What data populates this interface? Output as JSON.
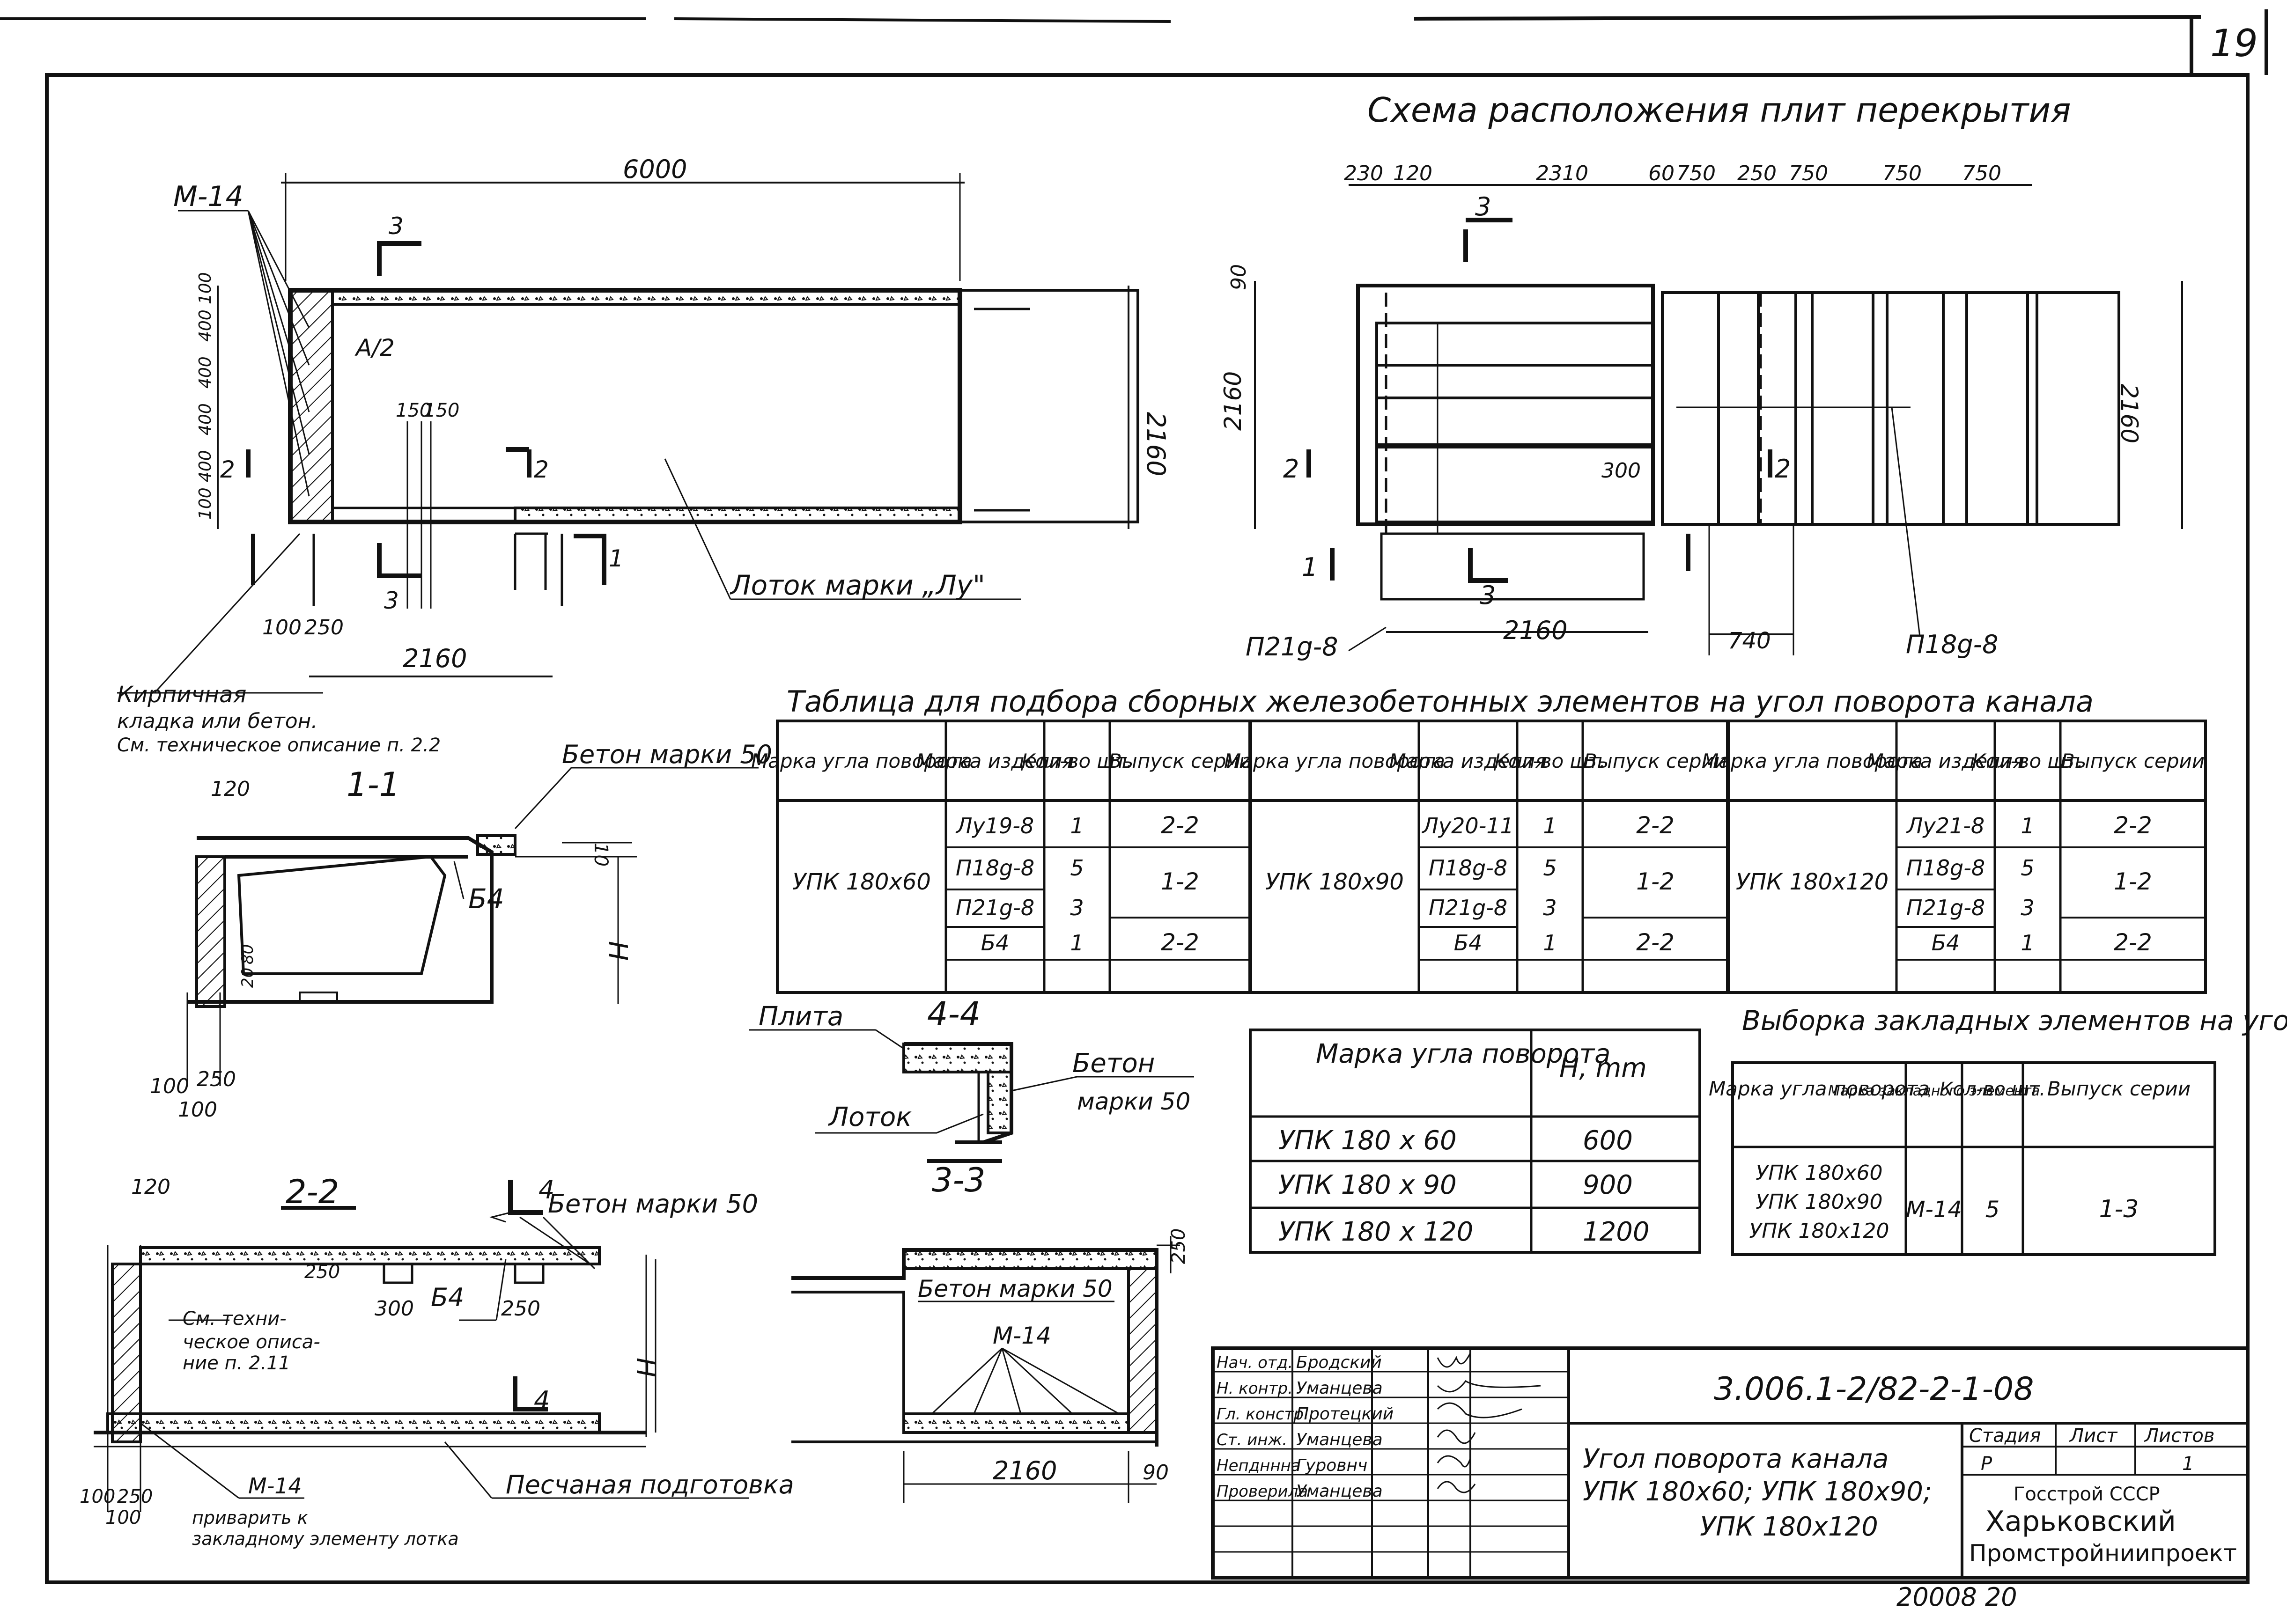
{
  "page_number": "19",
  "plan_left": {
    "dim_top": "6000",
    "mark_m14": "M-14",
    "dim_right": "2160",
    "dim_bottom": "2160",
    "dim_left_col": [
      "100",
      "400",
      "400",
      "400",
      "400",
      "100"
    ],
    "dim_100": "100",
    "dim_250": "250",
    "dim_150a": "150",
    "dim_150b": "150",
    "label_a2": "A/2",
    "tray_label": "Лоток марки „Лу\"",
    "cut_1": "1",
    "cut_2": "2",
    "cut_3": "3",
    "brick_label": "Кирпичная",
    "brick_label2": "кладка или бетон.",
    "brick_label3": "См. техническое описание п. 2.2"
  },
  "scheme": {
    "title": "Схема расположения плит перекрытия",
    "dims_top": [
      "230",
      "120",
      "2310",
      "60",
      "750",
      "250",
      "750",
      "750",
      "750"
    ],
    "dim_90": "90",
    "dim_left": "2160",
    "dim_right": "2160",
    "dim_300": "300",
    "dim_bottom": "2160",
    "dim_740": "740",
    "label_p21": "П21g-8",
    "label_p18": "П18g-8",
    "cut_1": "1",
    "cut_2": "2",
    "cut_3": "3"
  },
  "selection_table": {
    "title": "Таблица для подбора сборных железобетонных элементов на угол поворота канала",
    "headers": [
      "Марка угла поворота",
      "Марка изделия",
      "Кол-во шт.",
      "Выпуск серии"
    ],
    "groups": [
      {
        "mark": "УПК 180х60",
        "items": [
          "Лу19-8",
          "П18g-8",
          "П21g-8",
          "Б4"
        ],
        "qty": [
          "1",
          "5",
          "3",
          "1"
        ],
        "series": [
          "2-2",
          "1-2",
          "2-2"
        ]
      },
      {
        "mark": "УПК 180х90",
        "items": [
          "Лу20-11",
          "П18g-8",
          "П21g-8",
          "Б4"
        ],
        "qty": [
          "1",
          "5",
          "3",
          "1"
        ],
        "series": [
          "2-2",
          "1-2",
          "2-2"
        ]
      },
      {
        "mark": "УПК 180х120",
        "items": [
          "Лу21-8",
          "П18g-8",
          "П21g-8",
          "Б4"
        ],
        "qty": [
          "1",
          "5",
          "3",
          "1"
        ],
        "series": [
          "2-2",
          "1-2",
          "2-2"
        ]
      }
    ]
  },
  "height_table": {
    "headers": [
      "Марка угла поворота",
      "H, mm"
    ],
    "rows": [
      [
        "УПК 180 х 60",
        "600"
      ],
      [
        "УПК 180 х 90",
        "900"
      ],
      [
        "УПК 180 х 120",
        "1200"
      ]
    ]
  },
  "embedded_table": {
    "title": "Выборка закладных элементов на угол поворота канала",
    "headers": [
      "Марка угла поворота",
      "Марка закладного элемента",
      "Кол-во шт.",
      "Выпуск серии"
    ],
    "marks": [
      "УПК 180х60",
      "УПК 180х90",
      "УПК 180х120"
    ],
    "element": "М-14",
    "qty": "5",
    "series": "1-3"
  },
  "section_11": {
    "title": "1-1",
    "concrete": "Бетон марки 50",
    "dim_120": "120",
    "dim_10": "10",
    "h": "H",
    "b4": "Б4",
    "dim_20": "20",
    "dim_80": "80",
    "dim_100": "100",
    "dim_250": "250",
    "dim_100b": "100"
  },
  "section_44": {
    "title": "4-4",
    "plate": "Плита",
    "tray": "Лоток",
    "concrete": "Бетон",
    "concrete2": "марки 50"
  },
  "section_22": {
    "title": "2-2",
    "concrete": "Бетон марки 50",
    "dim_120": "120",
    "dim_250a": "250",
    "dim_300": "300",
    "dim_250b": "250",
    "b4": "Б4",
    "note": "См. техни-",
    "note2": "ческое описа-",
    "note3": "ние п. 2.11",
    "h": "H",
    "m14": "М-14",
    "m14_note": "приварить к",
    "m14_note2": "закладному элементу лотка",
    "sand": "Песчаная подготовка",
    "dim_100": "100",
    "dim_250": "250",
    "dim_100b": "100",
    "cut_4": "4"
  },
  "section_33": {
    "title": "3-3",
    "concrete": "Бетон марки 50",
    "m14": "М-14",
    "dim_2160": "2160",
    "dim_90": "90",
    "dim_250": "250"
  },
  "title_block": {
    "roles": [
      "Нач. отд.",
      "Н. контр.",
      "Гл. констр.",
      "Ст. инж.",
      "Непдннна",
      "Проверила"
    ],
    "names": [
      "Бродский",
      "Уманцева",
      "Протецкий",
      "Уманцева",
      "Гуровнч",
      "Уманцева"
    ],
    "code": "3.006.1-2/82-2-1-08",
    "name1": "Угол поворота канала",
    "name2": "УПК 180х60; УПК 180х90;",
    "name3": "УПК 180х120",
    "stage_h": "Стадия",
    "sheet_h": "Лист",
    "sheets_h": "Листов",
    "stage": "Р",
    "sheets": "1",
    "org1": "Госстрой СССР",
    "org2": "Харьковский",
    "org3": "Промстройниипроект"
  },
  "footer_number": "20008  20"
}
